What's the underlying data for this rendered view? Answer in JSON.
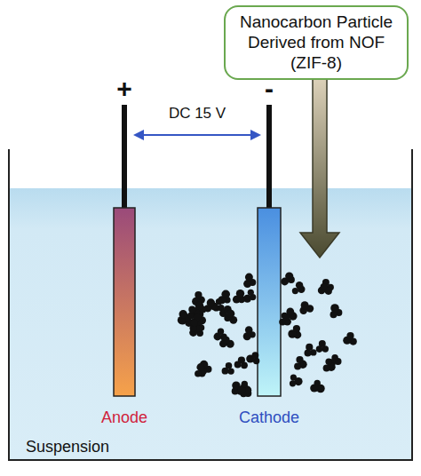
{
  "diagram": {
    "nodes": [
      {
        "text": [
          "Nanocarbon Particle Derived from NOF (ZIF-8)"
        ]
      }
    ],
    "labels": [
      "+",
      "-",
      "DC 15 V",
      "Anode",
      "Cathode",
      "Suspension"
    ]
  }
}
